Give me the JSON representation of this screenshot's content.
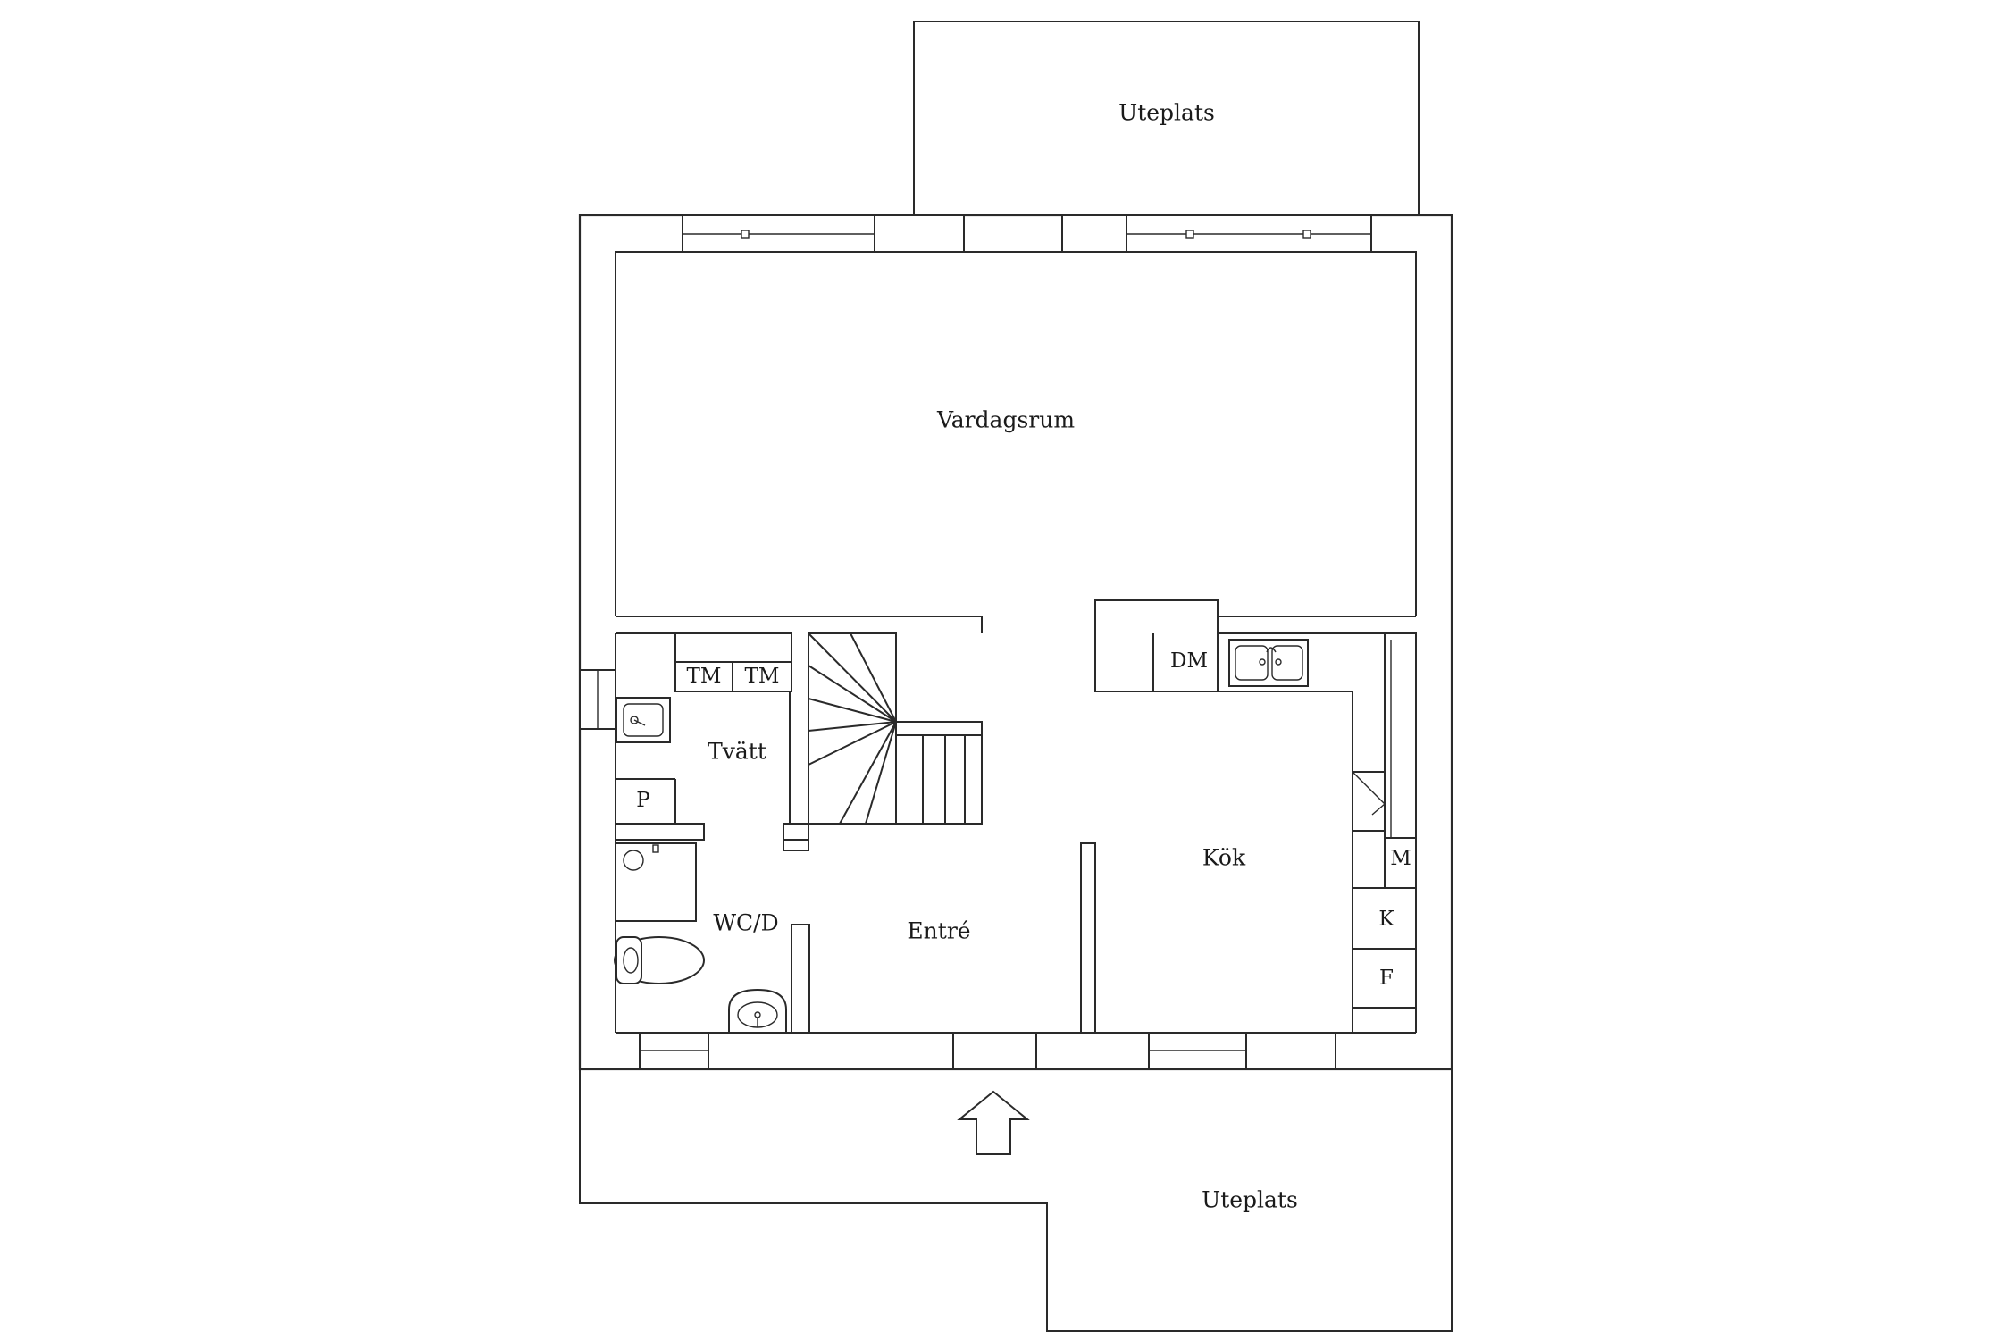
{
  "rooms": {
    "uteplats_top": "Uteplats",
    "vardagsrum": "Vardagsrum",
    "tvatt": "Tvätt",
    "wc_d": "WC/D",
    "entre": "Entré",
    "kok": "Kök",
    "uteplats_bottom": "Uteplats"
  },
  "appliances": {
    "tm_1": "TM",
    "tm_2": "TM",
    "p": "P",
    "dm": "DM",
    "m": "M",
    "k": "K",
    "f": "F"
  },
  "icons": {
    "entrance": "entrance-arrow-icon",
    "stair": "staircase-icon",
    "sink": "sink-icon",
    "toilet": "toilet-icon"
  }
}
